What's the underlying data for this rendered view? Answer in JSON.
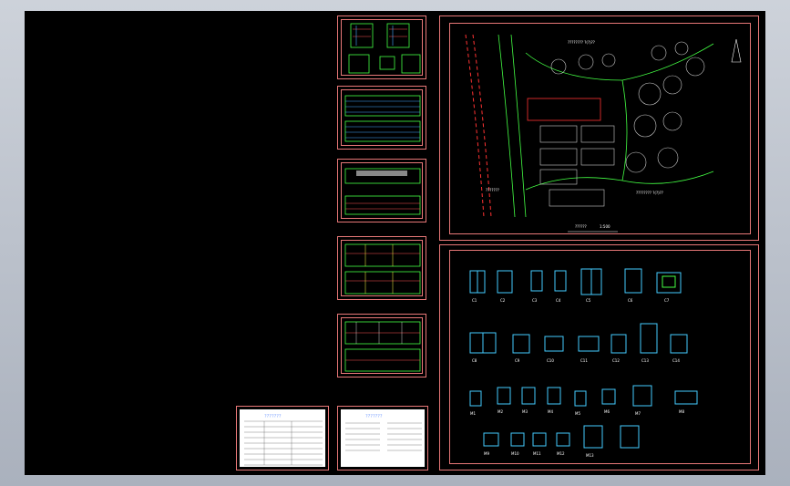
{
  "viewer": {
    "background": "#000000",
    "frame_color": "#e87878"
  },
  "site_plan": {
    "road_label_top": "???????? ?(?)??",
    "road_label_bottom": "???????? ?(?)??",
    "road_label_left": "???????",
    "title": "??????",
    "scale": "1:500"
  },
  "window_schedule": {
    "row1": [
      "C1",
      "C2",
      "C3",
      "C4",
      "C5",
      "C6",
      "C7"
    ],
    "row2": [
      "C8",
      "C9",
      "C10",
      "C11",
      "C12",
      "C13",
      "C14"
    ],
    "row3": [
      "M1",
      "M2",
      "M3",
      "M4",
      "M5",
      "M6",
      "M7",
      "M8"
    ],
    "row4": [
      "M9",
      "M10",
      "M11",
      "M12",
      "M13"
    ]
  },
  "tables": {
    "left_title": "???????",
    "right_title": "???????"
  }
}
